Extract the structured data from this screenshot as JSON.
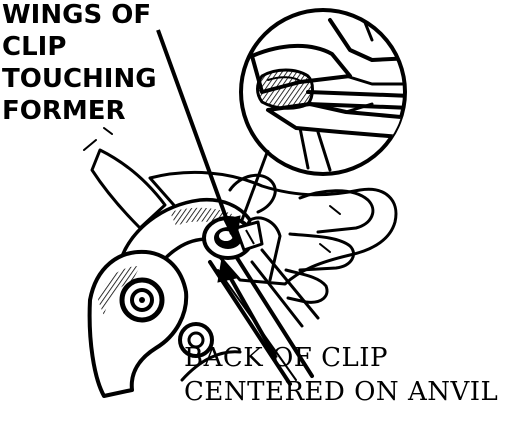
{
  "labels": {
    "wings": [
      "WINGS OF",
      "CLIP",
      "TOUCHING",
      "FORMER"
    ],
    "back": [
      "BACK OF CLIP",
      "CENTERED ON ANVIL"
    ]
  },
  "icons": {
    "inset": "magnified-clip-detail",
    "hand": "hand-holding-tool",
    "tool": "crimping-pliers",
    "pivot": "pivot-bolt",
    "arrow": "pointer-arrow"
  },
  "colors": {
    "ink": "#000000",
    "paper": "#ffffff"
  }
}
